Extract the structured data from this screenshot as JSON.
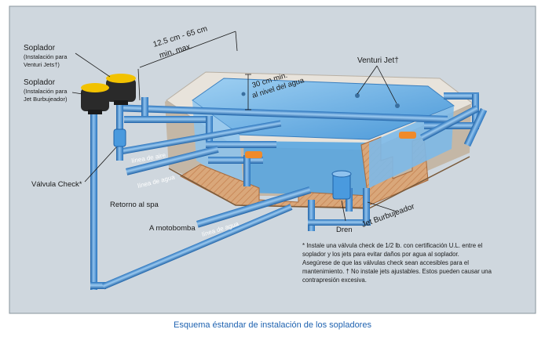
{
  "labels": {
    "blower_venturi_1": "Soplador",
    "blower_venturi_2": "(Instalación para",
    "blower_venturi_3": "Venturi Jets†)",
    "blower_bubble_1": "Soplador",
    "blower_bubble_2": "(Instalación para",
    "blower_bubble_3": "Jet Burbujeador)",
    "check_valve": "Válvula Check*",
    "dim_line1": "12.5 cm - 65 cm",
    "dim_line2": "min.    max.",
    "water_level_1": "30 cm min.",
    "water_level_2": "al nivel del agua",
    "venturi_jet": "Venturi Jet†",
    "air_line": "línea de aire",
    "water_line_return": "línea de agua",
    "return_spa": "Retorno al spa",
    "water_line_pump": "línea de agua",
    "to_pump": "A motobomba",
    "drain": "Dren",
    "bubble_jet": "Jet Burbujeador"
  },
  "note": {
    "line1": "* Instale una válvula check de 1/2 lb. con certificación U.L. entre el",
    "line2": "soplador y los jets para evitar daños por agua al soplador.",
    "line3": "Asegúrese de que las válvulas check sean accesibles para el",
    "line4": "mantenimiento. † No instale jets ajustables. Estos pueden causar una",
    "line5": "contrapresión excesiva."
  },
  "caption": "Esquema éstandar de instalación de los sopladores",
  "colors": {
    "panel": "#cfd7de",
    "panel_border": "#8a949c",
    "pipe": "#3f8fd6",
    "pipe_dark": "#1f63a8",
    "pipe_light": "#8fc2ee",
    "water": "#6fb4e6",
    "shell": "#d9b48a",
    "rim": "#e8e3db",
    "blower": "#2a2a2a",
    "yellow": "#f2c200",
    "orange": "#f08a2a",
    "caption": "#1e62b0"
  }
}
